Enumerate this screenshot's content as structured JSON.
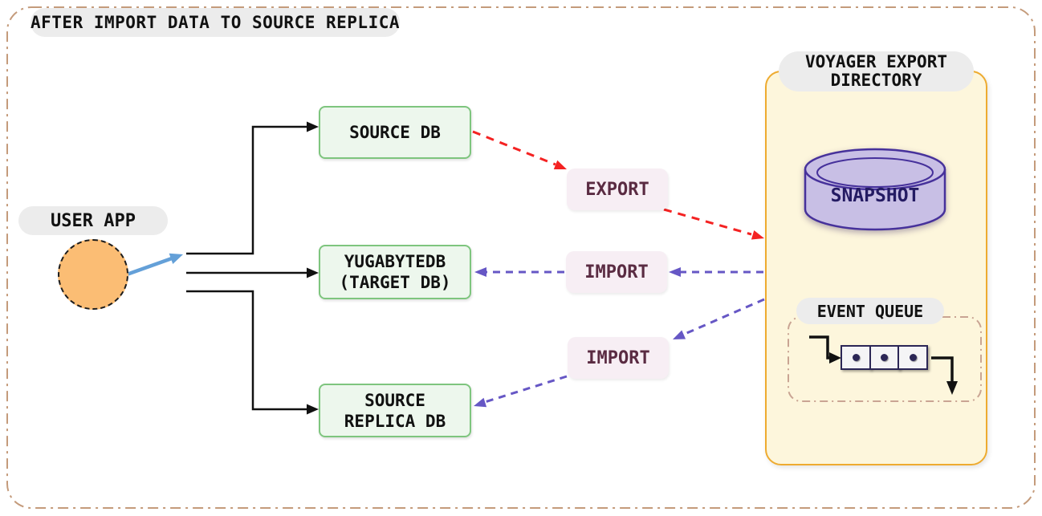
{
  "title": "AFTER IMPORT DATA TO SOURCE REPLICA",
  "user_app": {
    "label": "USER APP"
  },
  "databases": {
    "source_db": {
      "label": "SOURCE DB"
    },
    "target_db": {
      "line1": "YUGABYTEDB",
      "line2": "(TARGET DB)"
    },
    "source_replica_db": {
      "line1": "SOURCE",
      "line2": "REPLICA DB"
    }
  },
  "flow_labels": {
    "export": "EXPORT",
    "import_target": "IMPORT",
    "import_replica": "IMPORT"
  },
  "voyager": {
    "title_line1": "VOYAGER EXPORT",
    "title_line2": "DIRECTORY",
    "snapshot_label": "SNAPSHOT",
    "event_queue_label": "EVENT QUEUE",
    "queue_item_count": 3
  },
  "colors": {
    "ink": "#111111",
    "tan": "#c49b7b",
    "pill": "#ececec",
    "green-fill": "#edf7ed",
    "green-border": "#7ec57e",
    "pink-fill": "#f7eef4",
    "pink-text": "#5a2b42",
    "red": "#f42222",
    "purple": "#6657c5",
    "amber": "#eeab30",
    "cream": "#fdf6dc",
    "lavender": "#c8bfe5",
    "deep-purple": "#46319b",
    "navy": "#241b63",
    "blue": "#64a0d8",
    "orange": "#fbbd74",
    "square-border": "#2b2656",
    "square-fill": "#f4f4f6",
    "queue-dash": "#c9a493"
  }
}
